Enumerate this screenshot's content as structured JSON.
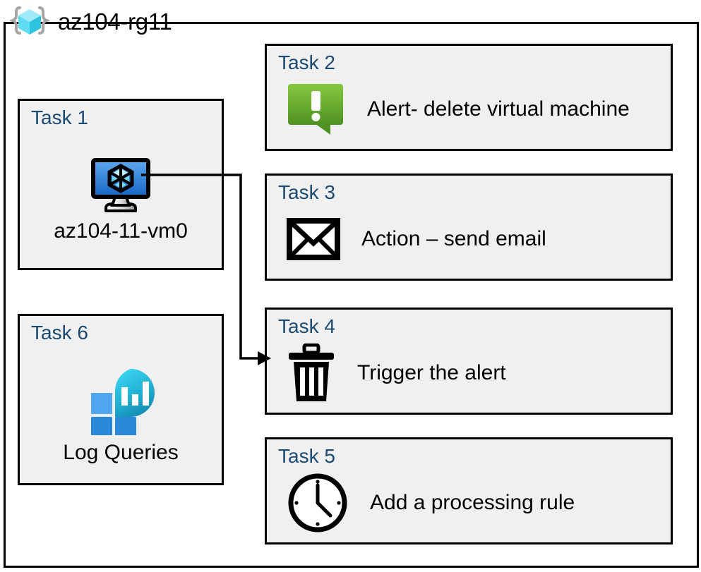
{
  "resource_group": {
    "icon": "resource-group-cube-icon",
    "name": "az104-rg11"
  },
  "tasks": [
    {
      "id": "task1",
      "label": "Task 1",
      "caption": "az104-11-vm0",
      "icon": "virtual-machine-icon",
      "column": "left"
    },
    {
      "id": "task2",
      "label": "Task 2",
      "caption": "Alert- delete virtual machine",
      "icon": "alert-bubble-icon",
      "column": "right"
    },
    {
      "id": "task3",
      "label": "Task 3",
      "caption": "Action – send email",
      "icon": "envelope-icon",
      "column": "right"
    },
    {
      "id": "task4",
      "label": "Task 4",
      "caption": "Trigger the alert",
      "icon": "trash-can-icon",
      "column": "right"
    },
    {
      "id": "task5",
      "label": "Task 5",
      "caption": "Add a processing rule",
      "icon": "clock-icon",
      "column": "right"
    },
    {
      "id": "task6",
      "label": "Task 6",
      "caption": "Log Queries",
      "icon": "log-analytics-icon",
      "column": "left"
    }
  ],
  "connector": {
    "from": "task1-vm-icon",
    "to": "task4-box",
    "arrow": true
  },
  "colors": {
    "task_label": "#1b4a72",
    "box_fill": "#f0f0f0",
    "box_border": "#000000",
    "alert_green_light": "#7ec242",
    "alert_green_dark": "#559425",
    "vm_blue_light": "#5aa8ef",
    "vm_blue_dark": "#1a68c4",
    "log_cyan": "#31c8ea",
    "log_teal": "#1395ba",
    "log_blue_light": "#50a7f0",
    "log_blue": "#2b88d8",
    "rg_cube_top": "#9feaf9",
    "rg_cube_left": "#4fd8f0",
    "rg_cube_right": "#2ab8d8",
    "rg_bracket": "#a6a6a6"
  }
}
